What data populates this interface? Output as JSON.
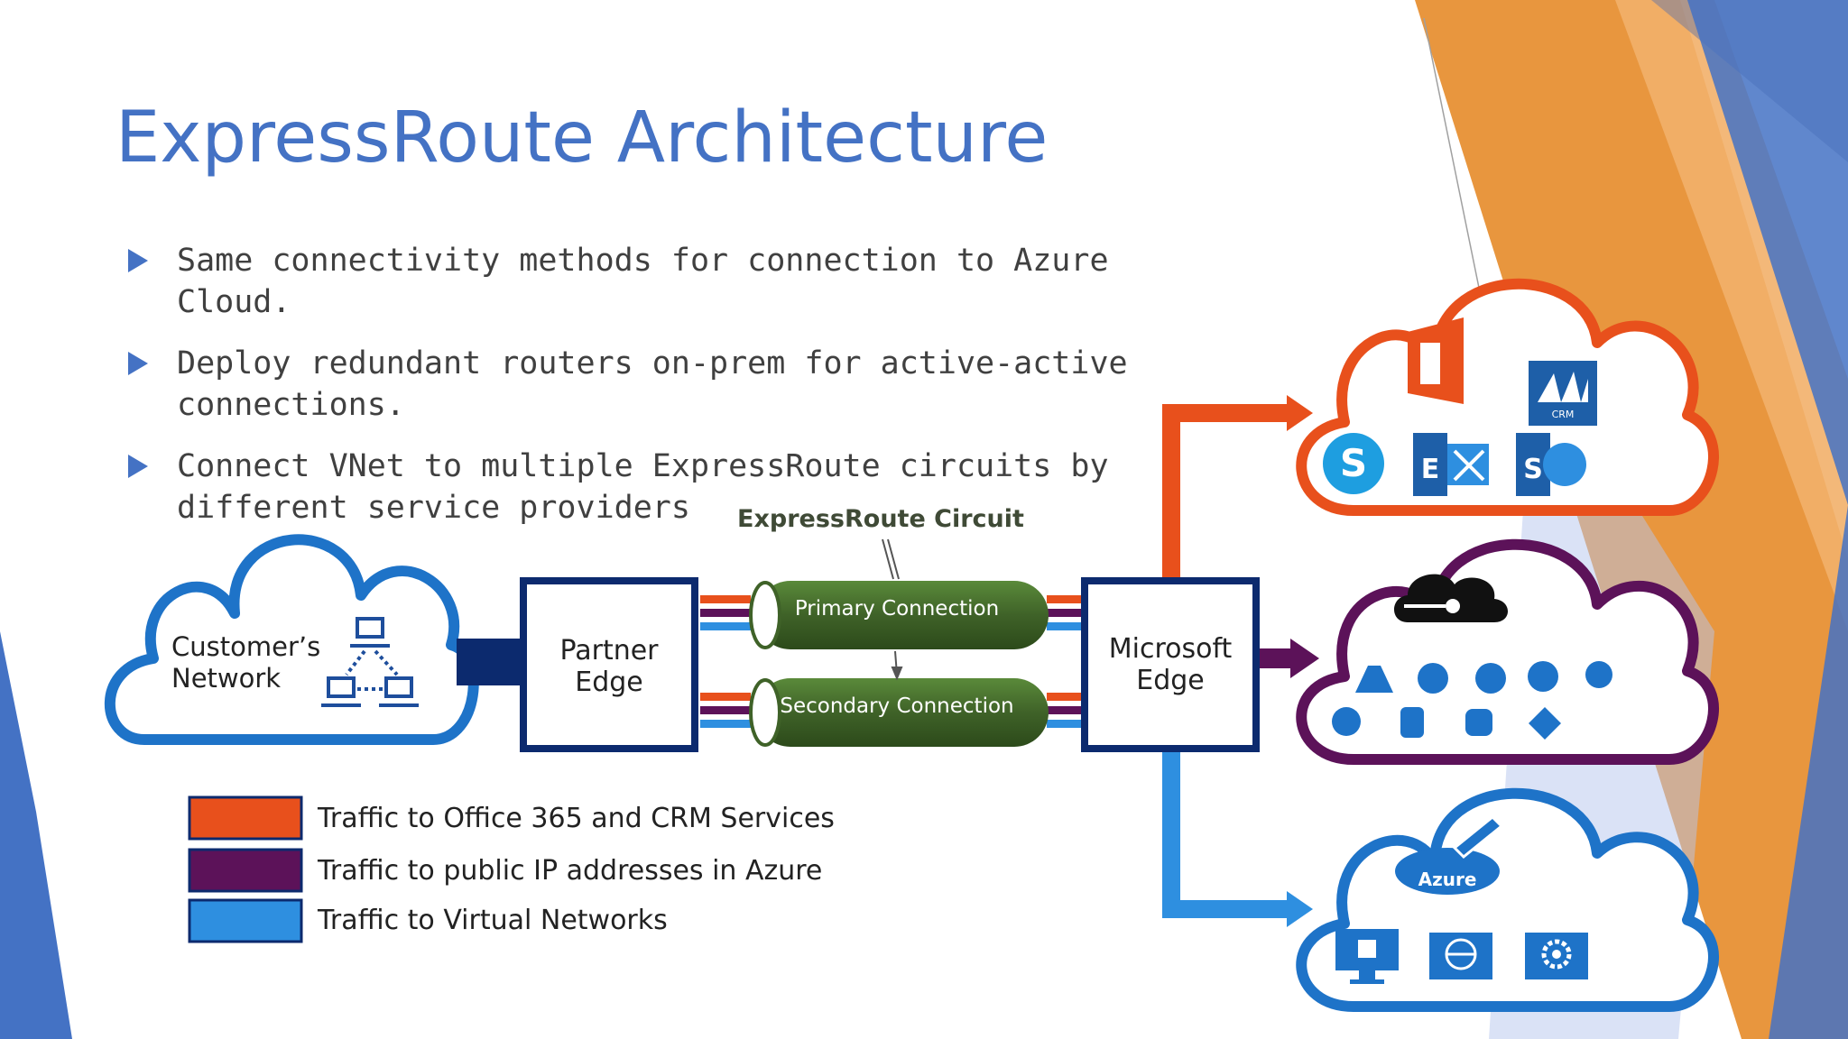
{
  "slide": {
    "title": "ExpressRoute Architecture",
    "bullets": [
      "Same connectivity methods for connection to Azure Cloud.",
      "Deploy redundant routers on-prem for active-active connections.",
      "Connect VNet to multiple ExpressRoute circuits by different service providers"
    ]
  },
  "diagram": {
    "customer_network": [
      "Customer’s",
      "Network"
    ],
    "partner_edge": [
      "Partner",
      "Edge"
    ],
    "microsoft_edge": [
      "Microsoft",
      "Edge"
    ],
    "circuit_label": "ExpressRoute Circuit",
    "primary_connection": "Primary Connection",
    "secondary_connection": "Secondary Connection",
    "azure_badge": "Azure",
    "crm_badge": "CRM",
    "legend": [
      {
        "label": "Traffic to Office 365 and CRM Services",
        "color": "#e8501c"
      },
      {
        "label": "Traffic to public IP addresses in Azure",
        "color": "#5c1259"
      },
      {
        "label": "Traffic to Virtual Networks",
        "color": "#2e8fe0"
      }
    ]
  },
  "colors": {
    "accent_blue": "#4472c4",
    "orange": "#e8501c",
    "purple": "#5c1259",
    "light_blue": "#2e8fe0",
    "cloud_blue": "#1e73c8",
    "navy": "#0c2a6e",
    "pipe_green": "#3f6228"
  }
}
